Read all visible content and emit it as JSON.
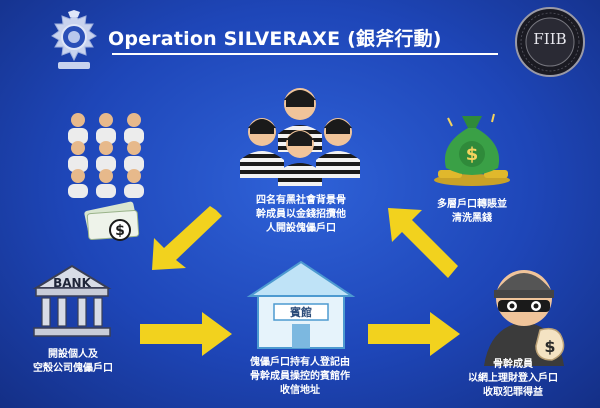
{
  "slide": {
    "title": "Operation SILVERAXE (銀斧行動)",
    "right_logo_text": "FIIB",
    "captions": {
      "syndicate": [
        "四名有黑社會背景骨",
        "幹成員以金錢招攬他",
        "人開設傀儡戶口"
      ],
      "money": [
        "多層戶口轉賬並",
        "清洗黑錢"
      ],
      "bank": [
        "開設個人及",
        "空殼公司傀儡戶口"
      ],
      "hotel": [
        "傀儡戶口持有人登記由",
        "骨幹成員操控的賓館作",
        "收信地址"
      ],
      "thief": [
        "骨幹成員",
        "以網上理財登入戶口",
        "收取犯罪得益"
      ]
    },
    "bank_label": "BANK",
    "hotel_sign": "賓館",
    "colors": {
      "background": "#1e46b8",
      "arrow": "#f2d21e",
      "text": "#ffffff"
    }
  }
}
